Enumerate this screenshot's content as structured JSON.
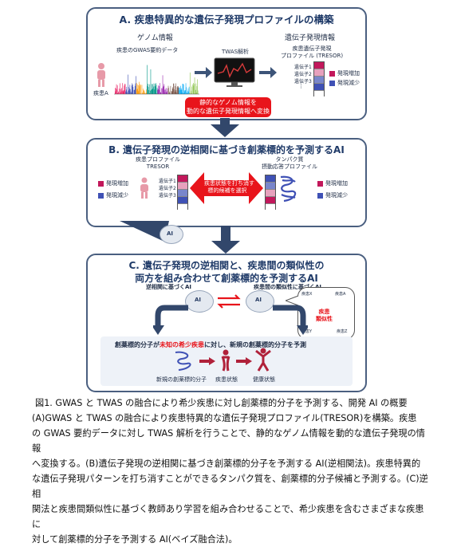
{
  "panelA": {
    "title": "A. 疾患特異的な遺伝子発現プロファイルの構築",
    "genome_label": "ゲノム情報",
    "gwas_label": "疾患のGWAS要約データ",
    "disease_label": "疾患A",
    "twas_label": "TWAS解析",
    "expr_label": "遺伝子発現情報",
    "tresor_label": "疾患遺伝子発現\nプロファイル (TRESOR)",
    "genes": [
      "遺伝子1",
      "遺伝子2",
      "遺伝子3"
    ],
    "legend_up": "発現増加",
    "legend_down": "発現減少",
    "callout": "静的なゲノム情報を\n動的な遺伝子発現情報へ変換"
  },
  "panelB": {
    "title": "B. 遺伝子発現の逆相関に基づき創薬標的を予測するAI",
    "profile_label": "疾患プロファイル\nTRESOR",
    "genes": [
      "遺伝子1",
      "遺伝子2",
      "遺伝子3"
    ],
    "protein_label": "タンパク質\n摂動応答プロファイル",
    "legend_up": "発現増加",
    "legend_down": "発現減少",
    "callout": "疾患状態を打ち消す\n標的候補を選択",
    "ai_label": "AI"
  },
  "panelC": {
    "title_line1": "C. 遺伝子発現の逆相関と、疾患間の類似性の",
    "title_line2": "両方を組み合わせて創薬標的を予測するAI",
    "ai1_label": "逆相関に基づくAI",
    "ai2_label": "疾患間の類似性に基づくAI",
    "ai_text": "AI",
    "similarity": "疾患\n類似性",
    "bubble_labels": [
      "疾患X",
      "疾患A",
      "疾患Y",
      "疾患Z"
    ],
    "prediction_prefix": "創薬標的分子が",
    "prediction_red": "未知の希少疾患",
    "prediction_suffix": "に対し、新規の創薬標的分子を予測",
    "mol_label": "新規の創薬標的分子",
    "disease_state": "疾患状態",
    "healthy_state": "健康状態"
  },
  "caption": {
    "line1": "図1. GWAS と TWAS の融合により希少疾患に対し創薬標的分子を予測する、開発 AI の概要",
    "line2": "(A)GWAS と TWAS の融合により疾患特異的な遺伝子発現プロファイル(TRESOR)を構築。疾患",
    "line3": "の GWAS 要約データに対し TWAS 解析を行うことで、静的なゲノム情報を動的な遺伝子発現の情報",
    "line4": "へ変換する。(B)遺伝子発現の逆相関に基づき創薬標的分子を予測する AI(逆相関法)。疾患特異的",
    "line5": "な遺伝子発現パターンを打ち消すことができるタンパク質を、創薬標的分子候補と予測する。(C)逆相",
    "line6": "関法と疾患間類似性に基づく教師あり学習を組み合わせることで、希少疾患を含むさまざまな疾患に",
    "line7": "対して創薬標的分子を予測する AI(ベイズ融合法)。"
  },
  "colors": {
    "accent": "#1f3a68",
    "up": "#c2185b",
    "down": "#3f51b5",
    "red": "#e8141b"
  }
}
